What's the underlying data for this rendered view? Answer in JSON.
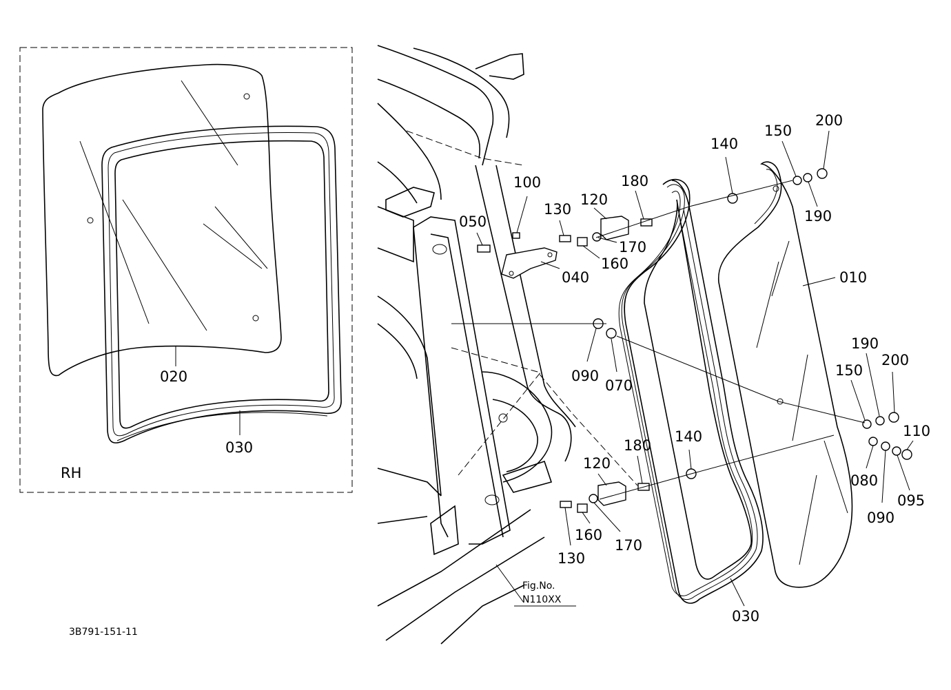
{
  "inset": {
    "side_label": "RH",
    "labels": [
      "020",
      "030"
    ]
  },
  "callouts": [
    "100",
    "130",
    "120",
    "180",
    "140",
    "150",
    "200",
    "190",
    "050",
    "040",
    "170",
    "160",
    "010",
    "090",
    "070",
    "150",
    "190",
    "200",
    "110",
    "080",
    "090",
    "095",
    "140",
    "180",
    "120",
    "130",
    "160",
    "170",
    "030"
  ],
  "figure_ref": {
    "line1": "Fig.No.",
    "line2": "N110XX"
  },
  "drawing_number": "3B791-151-11"
}
